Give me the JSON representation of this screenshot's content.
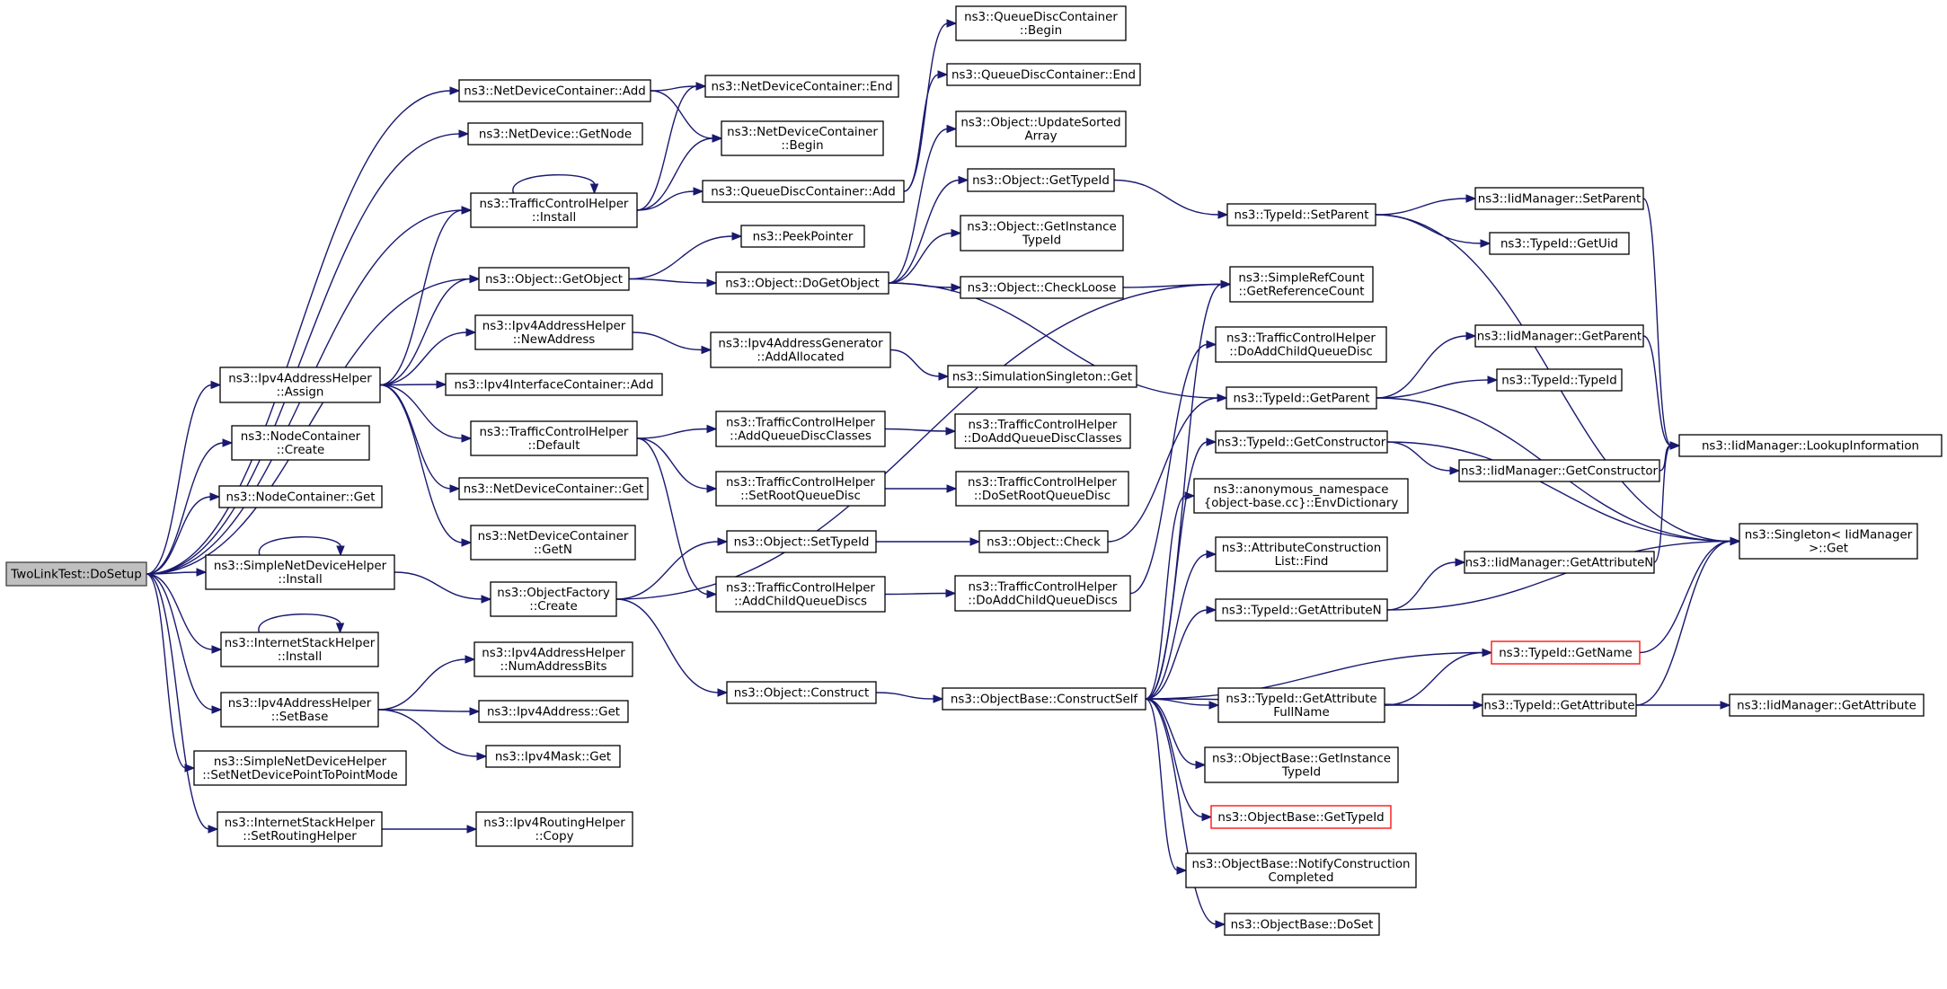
{
  "diagram": {
    "type": "call-graph",
    "colors": {
      "edge": "#191970",
      "root_fill": "#bfbfbf",
      "node_border": "#000000",
      "truncated_border": "#ff0000"
    },
    "nodes": [
      {
        "id": "root",
        "lines": [
          "TwoLinkTest::DoSetup"
        ],
        "style": "root"
      },
      {
        "id": "ndc_add",
        "lines": [
          "ns3::NetDeviceContainer::Add"
        ]
      },
      {
        "id": "nd_getnode",
        "lines": [
          "ns3::NetDevice::GetNode"
        ]
      },
      {
        "id": "tch_install",
        "lines": [
          "ns3::TrafficControlHelper",
          "::Install"
        ]
      },
      {
        "id": "obj_getobject",
        "lines": [
          "ns3::Object::GetObject"
        ]
      },
      {
        "id": "ipv4ah_assign",
        "lines": [
          "ns3::Ipv4AddressHelper",
          "::Assign"
        ]
      },
      {
        "id": "nc_create",
        "lines": [
          "ns3::NodeContainer",
          "::Create"
        ]
      },
      {
        "id": "nc_get",
        "lines": [
          "ns3::NodeContainer::Get"
        ]
      },
      {
        "id": "sndh_install",
        "lines": [
          "ns3::SimpleNetDeviceHelper",
          "::Install"
        ]
      },
      {
        "id": "ish_install",
        "lines": [
          "ns3::InternetStackHelper",
          "::Install"
        ]
      },
      {
        "id": "ipv4ah_setbase",
        "lines": [
          "ns3::Ipv4AddressHelper",
          "::SetBase"
        ]
      },
      {
        "id": "sndh_setp2p",
        "lines": [
          "ns3::SimpleNetDeviceHelper",
          "::SetNetDevicePointToPointMode"
        ]
      },
      {
        "id": "ish_setrouting",
        "lines": [
          "ns3::InternetStackHelper",
          "::SetRoutingHelper"
        ]
      },
      {
        "id": "ndc_end",
        "lines": [
          "ns3::NetDeviceContainer::End"
        ]
      },
      {
        "id": "ndc_begin",
        "lines": [
          "ns3::NetDeviceContainer",
          "::Begin"
        ]
      },
      {
        "id": "qdc_add",
        "lines": [
          "ns3::QueueDiscContainer::Add"
        ]
      },
      {
        "id": "peekpointer",
        "lines": [
          "ns3::PeekPointer"
        ]
      },
      {
        "id": "obj_dogetobject",
        "lines": [
          "ns3::Object::DoGetObject"
        ]
      },
      {
        "id": "ipv4ah_newaddress",
        "lines": [
          "ns3::Ipv4AddressHelper",
          "::NewAddress"
        ]
      },
      {
        "id": "ipv4ic_add",
        "lines": [
          "ns3::Ipv4InterfaceContainer::Add"
        ]
      },
      {
        "id": "tch_default",
        "lines": [
          "ns3::TrafficControlHelper",
          "::Default"
        ]
      },
      {
        "id": "ndc_get",
        "lines": [
          "ns3::NetDeviceContainer::Get"
        ]
      },
      {
        "id": "ndc_getn",
        "lines": [
          "ns3::NetDeviceContainer",
          "::GetN"
        ]
      },
      {
        "id": "of_create",
        "lines": [
          "ns3::ObjectFactory",
          "::Create"
        ]
      },
      {
        "id": "ipv4ah_numaddressbits",
        "lines": [
          "ns3::Ipv4AddressHelper",
          "::NumAddressBits"
        ]
      },
      {
        "id": "ipv4a_get",
        "lines": [
          "ns3::Ipv4Address::Get"
        ]
      },
      {
        "id": "ipv4m_get",
        "lines": [
          "ns3::Ipv4Mask::Get"
        ]
      },
      {
        "id": "ipv4rh_copy",
        "lines": [
          "ns3::Ipv4RoutingHelper",
          "::Copy"
        ]
      },
      {
        "id": "ipv4ag_addallocated",
        "lines": [
          "ns3::Ipv4AddressGenerator",
          "::AddAllocated"
        ]
      },
      {
        "id": "tch_addqdclasses",
        "lines": [
          "ns3::TrafficControlHelper",
          "::AddQueueDiscClasses"
        ]
      },
      {
        "id": "tch_setrootqd",
        "lines": [
          "ns3::TrafficControlHelper",
          "::SetRootQueueDisc"
        ]
      },
      {
        "id": "obj_settypeid",
        "lines": [
          "ns3::Object::SetTypeId"
        ]
      },
      {
        "id": "tch_addchildqds",
        "lines": [
          "ns3::TrafficControlHelper",
          "::AddChildQueueDiscs"
        ]
      },
      {
        "id": "obj_construct",
        "lines": [
          "ns3::Object::Construct"
        ]
      },
      {
        "id": "qdc_begin",
        "lines": [
          "ns3::QueueDiscContainer",
          "::Begin"
        ]
      },
      {
        "id": "qdc_end",
        "lines": [
          "ns3::QueueDiscContainer::End"
        ]
      },
      {
        "id": "obj_updatesortedarray",
        "lines": [
          "ns3::Object::UpdateSorted",
          "Array"
        ]
      },
      {
        "id": "obj_gettypeid",
        "lines": [
          "ns3::Object::GetTypeId"
        ]
      },
      {
        "id": "obj_getinstancetypeid",
        "lines": [
          "ns3::Object::GetInstance",
          "TypeId"
        ]
      },
      {
        "id": "obj_checkloose",
        "lines": [
          "ns3::Object::CheckLoose"
        ]
      },
      {
        "id": "ss_get",
        "lines": [
          "ns3::SimulationSingleton::Get"
        ]
      },
      {
        "id": "tch_doaddqdclasses",
        "lines": [
          "ns3::TrafficControlHelper",
          "::DoAddQueueDiscClasses"
        ]
      },
      {
        "id": "tch_dosetrootqd",
        "lines": [
          "ns3::TrafficControlHelper",
          "::DoSetRootQueueDisc"
        ]
      },
      {
        "id": "obj_check",
        "lines": [
          "ns3::Object::Check"
        ]
      },
      {
        "id": "tch_doaddchildqds",
        "lines": [
          "ns3::TrafficControlHelper",
          "::DoAddChildQueueDiscs"
        ]
      },
      {
        "id": "ob_constructself",
        "lines": [
          "ns3::ObjectBase::ConstructSelf"
        ]
      },
      {
        "id": "tid_setparent",
        "lines": [
          "ns3::TypeId::SetParent"
        ]
      },
      {
        "id": "src_getrefcount",
        "lines": [
          "ns3::SimpleRefCount",
          "::GetReferenceCount"
        ]
      },
      {
        "id": "tch_doaddchildqd",
        "lines": [
          "ns3::TrafficControlHelper",
          "::DoAddChildQueueDisc"
        ]
      },
      {
        "id": "tid_getparent",
        "lines": [
          "ns3::TypeId::GetParent"
        ]
      },
      {
        "id": "tid_getconstructor",
        "lines": [
          "ns3::TypeId::GetConstructor"
        ]
      },
      {
        "id": "anon_envdict",
        "lines": [
          "ns3::anonymous_namespace",
          "{object-base.cc}::EnvDictionary"
        ]
      },
      {
        "id": "acl_find",
        "lines": [
          "ns3::AttributeConstruction",
          "List::Find"
        ]
      },
      {
        "id": "tid_getattributen",
        "lines": [
          "ns3::TypeId::GetAttributeN"
        ]
      },
      {
        "id": "tid_getattributefullname",
        "lines": [
          "ns3::TypeId::GetAttribute",
          "FullName"
        ]
      },
      {
        "id": "ob_getinstancetypeid",
        "lines": [
          "ns3::ObjectBase::GetInstance",
          "TypeId"
        ]
      },
      {
        "id": "ob_gettypeid",
        "lines": [
          "ns3::ObjectBase::GetTypeId"
        ],
        "style": "red"
      },
      {
        "id": "ob_notifyconstruction",
        "lines": [
          "ns3::ObjectBase::NotifyConstruction",
          "Completed"
        ]
      },
      {
        "id": "ob_doset",
        "lines": [
          "ns3::ObjectBase::DoSet"
        ]
      },
      {
        "id": "iid_setparent",
        "lines": [
          "ns3::IidManager::SetParent"
        ]
      },
      {
        "id": "tid_getuid",
        "lines": [
          "ns3::TypeId::GetUid"
        ]
      },
      {
        "id": "iid_getparent",
        "lines": [
          "ns3::IidManager::GetParent"
        ]
      },
      {
        "id": "tid_typeid",
        "lines": [
          "ns3::TypeId::TypeId"
        ]
      },
      {
        "id": "iid_getconstructor",
        "lines": [
          "ns3::IidManager::GetConstructor"
        ]
      },
      {
        "id": "iid_getattributen",
        "lines": [
          "ns3::IidManager::GetAttributeN"
        ]
      },
      {
        "id": "tid_getname",
        "lines": [
          "ns3::TypeId::GetName"
        ],
        "style": "red"
      },
      {
        "id": "tid_getattribute",
        "lines": [
          "ns3::TypeId::GetAttribute"
        ]
      },
      {
        "id": "iid_lookupinfo",
        "lines": [
          "ns3::IidManager::LookupInformation"
        ]
      },
      {
        "id": "singleton_get",
        "lines": [
          "ns3::Singleton< IidManager",
          " >::Get"
        ]
      },
      {
        "id": "iid_getattribute",
        "lines": [
          "ns3::IidManager::GetAttribute"
        ]
      }
    ],
    "edges": [
      [
        "root",
        "ndc_add"
      ],
      [
        "root",
        "nd_getnode"
      ],
      [
        "root",
        "tch_install"
      ],
      [
        "root",
        "obj_getobject"
      ],
      [
        "root",
        "ipv4ah_assign"
      ],
      [
        "root",
        "nc_create"
      ],
      [
        "root",
        "nc_get"
      ],
      [
        "root",
        "sndh_install"
      ],
      [
        "root",
        "ish_install"
      ],
      [
        "root",
        "ipv4ah_setbase"
      ],
      [
        "root",
        "sndh_setp2p"
      ],
      [
        "root",
        "ish_setrouting"
      ],
      [
        "ndc_add",
        "ndc_end"
      ],
      [
        "ndc_add",
        "ndc_begin"
      ],
      [
        "tch_install",
        "tch_install"
      ],
      [
        "tch_install",
        "ndc_end"
      ],
      [
        "tch_install",
        "ndc_begin"
      ],
      [
        "tch_install",
        "qdc_add"
      ],
      [
        "obj_getobject",
        "peekpointer"
      ],
      [
        "obj_getobject",
        "obj_dogetobject"
      ],
      [
        "ipv4ah_assign",
        "tch_install"
      ],
      [
        "ipv4ah_assign",
        "obj_getobject"
      ],
      [
        "ipv4ah_assign",
        "ipv4ah_newaddress"
      ],
      [
        "ipv4ah_assign",
        "ipv4ic_add"
      ],
      [
        "ipv4ah_assign",
        "tch_default"
      ],
      [
        "ipv4ah_assign",
        "ndc_get"
      ],
      [
        "ipv4ah_assign",
        "ndc_getn"
      ],
      [
        "sndh_install",
        "sndh_install"
      ],
      [
        "sndh_install",
        "of_create"
      ],
      [
        "ish_install",
        "ish_install"
      ],
      [
        "ipv4ah_setbase",
        "ipv4ah_numaddressbits"
      ],
      [
        "ipv4ah_setbase",
        "ipv4a_get"
      ],
      [
        "ipv4ah_setbase",
        "ipv4m_get"
      ],
      [
        "ish_setrouting",
        "ipv4rh_copy"
      ],
      [
        "qdc_add",
        "qdc_begin"
      ],
      [
        "qdc_add",
        "qdc_end"
      ],
      [
        "obj_dogetobject",
        "obj_updatesortedarray"
      ],
      [
        "obj_dogetobject",
        "obj_gettypeid"
      ],
      [
        "obj_dogetobject",
        "obj_getinstancetypeid"
      ],
      [
        "obj_dogetobject",
        "obj_checkloose"
      ],
      [
        "obj_dogetobject",
        "tid_getparent"
      ],
      [
        "ipv4ah_newaddress",
        "ipv4ag_addallocated"
      ],
      [
        "ipv4ag_addallocated",
        "ss_get"
      ],
      [
        "tch_default",
        "tch_addqdclasses"
      ],
      [
        "tch_default",
        "tch_setrootqd"
      ],
      [
        "tch_default",
        "tch_addchildqds"
      ],
      [
        "tch_addqdclasses",
        "tch_doaddqdclasses"
      ],
      [
        "tch_setrootqd",
        "tch_dosetrootqd"
      ],
      [
        "tch_addchildqds",
        "tch_doaddchildqds"
      ],
      [
        "of_create",
        "obj_settypeid"
      ],
      [
        "of_create",
        "obj_construct"
      ],
      [
        "of_create",
        "src_getrefcount"
      ],
      [
        "obj_settypeid",
        "obj_check"
      ],
      [
        "obj_check",
        "tid_getparent"
      ],
      [
        "tch_doaddchildqds",
        "tch_doaddchildqd"
      ],
      [
        "obj_construct",
        "ob_constructself"
      ],
      [
        "obj_checkloose",
        "src_getrefcount"
      ],
      [
        "obj_gettypeid",
        "tid_setparent"
      ],
      [
        "ob_constructself",
        "src_getrefcount"
      ],
      [
        "ob_constructself",
        "tid_getconstructor"
      ],
      [
        "ob_constructself",
        "anon_envdict"
      ],
      [
        "ob_constructself",
        "acl_find"
      ],
      [
        "ob_constructself",
        "tid_getattributen"
      ],
      [
        "ob_constructself",
        "tid_getname"
      ],
      [
        "ob_constructself",
        "tid_getattributefullname"
      ],
      [
        "ob_constructself",
        "ob_getinstancetypeid"
      ],
      [
        "ob_constructself",
        "ob_gettypeid"
      ],
      [
        "ob_constructself",
        "ob_notifyconstruction"
      ],
      [
        "ob_constructself",
        "ob_doset"
      ],
      [
        "ob_constructself",
        "tid_getattribute"
      ],
      [
        "tid_setparent",
        "iid_setparent"
      ],
      [
        "tid_setparent",
        "tid_getuid"
      ],
      [
        "tid_setparent",
        "singleton_get"
      ],
      [
        "tid_getparent",
        "iid_getparent"
      ],
      [
        "tid_getparent",
        "tid_typeid"
      ],
      [
        "tid_getparent",
        "singleton_get"
      ],
      [
        "tid_getconstructor",
        "iid_getconstructor"
      ],
      [
        "tid_getconstructor",
        "singleton_get"
      ],
      [
        "tid_getattributen",
        "iid_getattributen"
      ],
      [
        "tid_getattributen",
        "singleton_get"
      ],
      [
        "tid_getattributefullname",
        "tid_getname"
      ],
      [
        "tid_getattributefullname",
        "tid_getattribute"
      ],
      [
        "tid_getname",
        "singleton_get"
      ],
      [
        "tid_getattribute",
        "iid_getattribute"
      ],
      [
        "tid_getattribute",
        "singleton_get"
      ],
      [
        "iid_setparent",
        "iid_lookupinfo"
      ],
      [
        "iid_getparent",
        "iid_lookupinfo"
      ],
      [
        "iid_getconstructor",
        "iid_lookupinfo"
      ],
      [
        "iid_getattributen",
        "iid_lookupinfo"
      ]
    ]
  }
}
